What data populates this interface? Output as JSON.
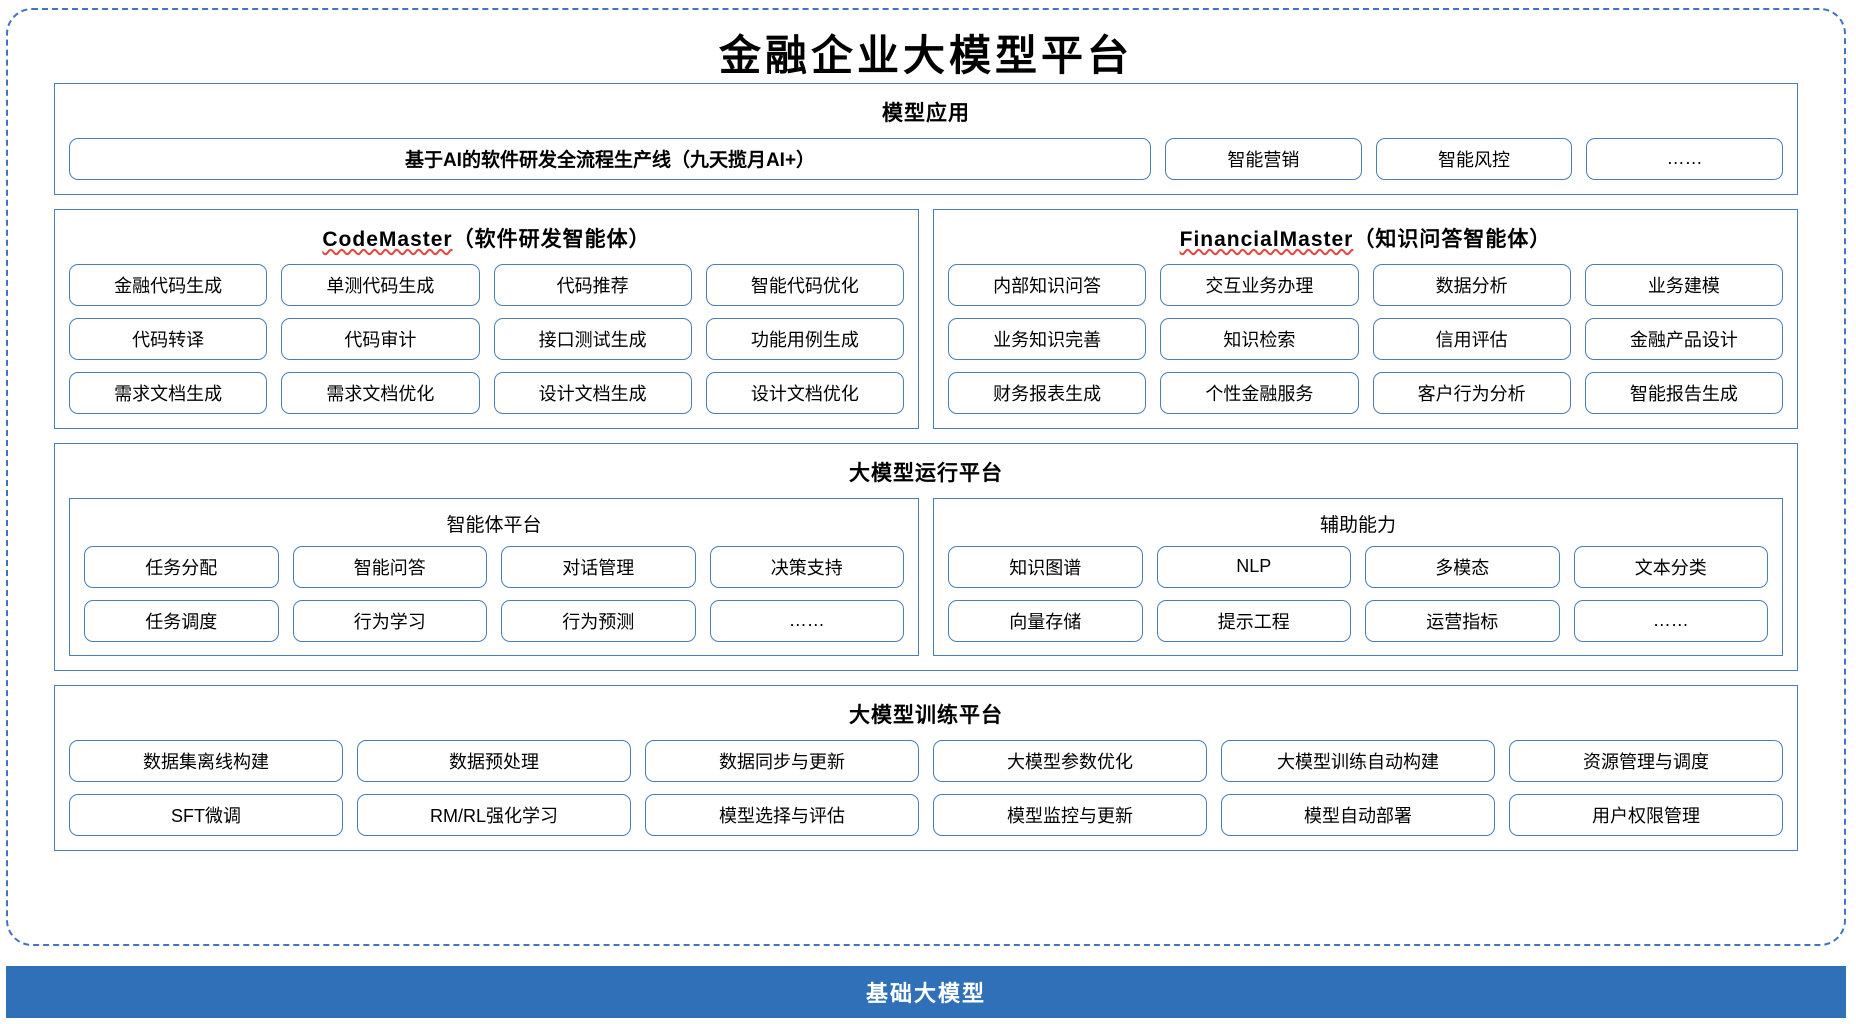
{
  "title": "金融企业大模型平台",
  "model_application": {
    "title": "模型应用",
    "hero": "基于AI的软件研发全流程生产线（九天揽月AI+）",
    "items": [
      "智能营销",
      "智能风控",
      "……"
    ]
  },
  "code_master": {
    "name": "CodeMaster",
    "suffix": "（软件研发智能体）",
    "rows": [
      [
        "金融代码生成",
        "单测代码生成",
        "代码推荐",
        "智能代码优化"
      ],
      [
        "代码转译",
        "代码审计",
        "接口测试生成",
        "功能用例生成"
      ],
      [
        "需求文档生成",
        "需求文档优化",
        "设计文档生成",
        "设计文档优化"
      ]
    ]
  },
  "financial_master": {
    "name": "FinancialMaster",
    "suffix": "（知识问答智能体）",
    "rows": [
      [
        "内部知识问答",
        "交互业务办理",
        "数据分析",
        "业务建模"
      ],
      [
        "业务知识完善",
        "知识检索",
        "信用评估",
        "金融产品设计"
      ],
      [
        "财务报表生成",
        "个性金融服务",
        "客户行为分析",
        "智能报告生成"
      ]
    ]
  },
  "runtime_platform": {
    "title": "大模型运行平台",
    "agent_platform": {
      "title": "智能体平台",
      "rows": [
        [
          "任务分配",
          "智能问答",
          "对话管理",
          "决策支持"
        ],
        [
          "任务调度",
          "行为学习",
          "行为预测",
          "……"
        ]
      ]
    },
    "support_capability": {
      "title": "辅助能力",
      "rows": [
        [
          "知识图谱",
          "NLP",
          "多模态",
          "文本分类"
        ],
        [
          "向量存储",
          "提示工程",
          "运营指标",
          "……"
        ]
      ]
    }
  },
  "training_platform": {
    "title": "大模型训练平台",
    "rows": [
      [
        "数据集离线构建",
        "数据预处理",
        "数据同步与更新",
        "大模型参数优化",
        "大模型训练自动构建",
        "资源管理与调度"
      ],
      [
        "SFT微调",
        "RM/RL强化学习",
        "模型选择与评估",
        "模型监控与更新",
        "模型自动部署",
        "用户权限管理"
      ]
    ]
  },
  "footer": {
    "label": "基础大模型"
  },
  "colors": {
    "border_blue": "#4a7ebb",
    "dashed_blue": "#4472c4",
    "footer_blue": "#3070b8",
    "spell_red": "#e8453c"
  }
}
